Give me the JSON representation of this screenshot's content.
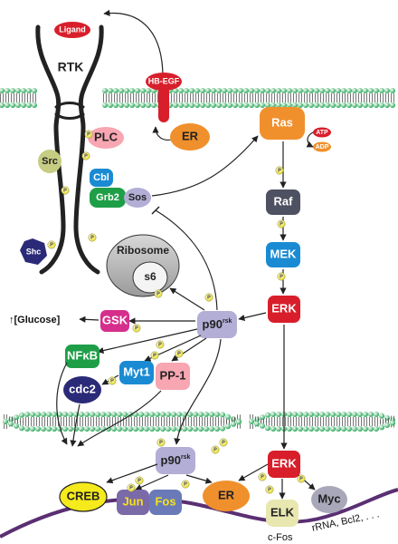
{
  "nodes": {
    "ligand": "Ligand",
    "rtk": "RTK",
    "hb_egf": "HB-EGF",
    "er_top": "ER",
    "plc": "PLC",
    "src": "Src",
    "cbl": "Cbl",
    "grb2": "Grb2",
    "sos": "Sos",
    "shc": "Shc",
    "ras": "Ras",
    "atp": "ATP",
    "adp": "ADP",
    "raf": "Raf",
    "mek": "MEK",
    "erk_cyto": "ERK",
    "ribosome": "Ribosome",
    "s6": "s6",
    "p90_cyto": "p90",
    "p90_cyto_sup": "rsk",
    "glucose": "↑[Glucose]",
    "gsk": "GSK",
    "nfkb": "NFκB",
    "myt1": "Myt1",
    "pp1": "PP-1",
    "cdc2": "cdc2",
    "p90_nuc": "p90",
    "p90_nuc_sup": "rsk",
    "creb": "CREB",
    "jun": "Jun",
    "fos": "Fos",
    "er_nuc": "ER",
    "erk_nuc": "ERK",
    "elk": "ELK",
    "myc": "Myc",
    "cfos": "c-Fos",
    "targets": "rRNA, Bcl2, . . ."
  },
  "phospho_label": "P",
  "colors": {
    "ligand": "#d81e2a",
    "hb_egf": "#d81e2a",
    "er": "#f0902c",
    "ras": "#f0902c",
    "plc": "#f7a6b2",
    "src": "#c6cc82",
    "cbl": "#1a8bd3",
    "grb2": "#1f9e48",
    "sos": "#b2aed6",
    "shc": "#2b2a78",
    "raf": "#4d5161",
    "mek": "#1a8bd3",
    "erk": "#d81e2a",
    "p90": "#b2aed6",
    "gsk": "#d62e8c",
    "nfkb": "#1f9e48",
    "myt1": "#1a8bd3",
    "pp1": "#f7a6b2",
    "cdc2": "#2b2a78",
    "creb": "#f5ea1c",
    "jun": "#7a6aa8",
    "fos": "#6a7ab8",
    "elk": "#e8e7b0",
    "myc": "#a8a8ba",
    "phospho": "#f5ee52",
    "membrane_head": "#2ca85a",
    "dna": "#5a2f73"
  }
}
